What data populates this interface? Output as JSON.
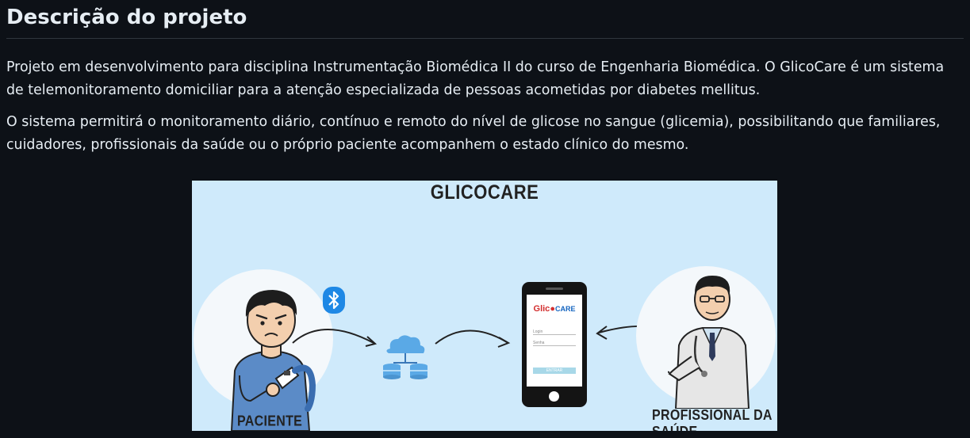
{
  "section": {
    "heading": "Descrição do projeto",
    "paragraphs": [
      "Projeto em desenvolvimento para disciplina Instrumentação Biomédica II do curso de Engenharia Biomédica. O GlicoCare é um sistema de telemonitoramento domiciliar para a atenção especializada de pessoas acometidas por diabetes mellitus.",
      "O sistema permitirá o monitoramento diário, contínuo e remoto do nível de glicose no sangue (glicemia), possibilitando que familiares, cuidadores, profissionais da saúde ou o próprio paciente acompanhem o estado clínico do mesmo."
    ]
  },
  "figure": {
    "title": "GLICOCARE",
    "patient_label": "PACIENTE",
    "professional_label": "PROFISSIONAL DA SAÚDE",
    "app": {
      "logo_prefix": "Glic",
      "logo_suffix": "CARE",
      "login_placeholder": "Login",
      "password_placeholder": "Senha",
      "enter_button": "ENTRAR"
    },
    "colors": {
      "background": "#cfeafb",
      "bluetooth": "#1e88e5",
      "cloud": "#5aa9e6",
      "logo_red": "#d32f2f"
    }
  }
}
